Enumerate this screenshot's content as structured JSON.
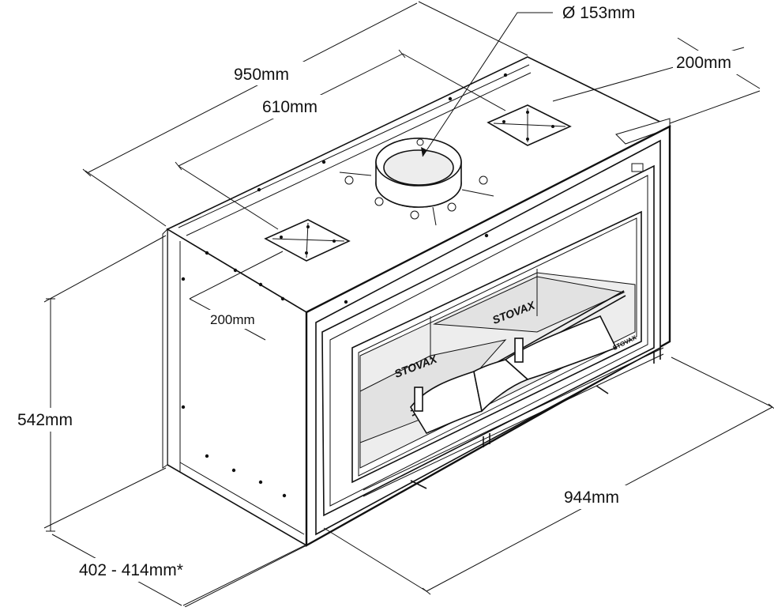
{
  "diagram": {
    "dimensions": {
      "flue_diameter": "Ø 153mm",
      "overall_width": "950mm",
      "bracket_spacing": "610mm",
      "top_right_offset": "200mm",
      "side_offset": "200mm",
      "height": "542mm",
      "depth": "402 - 414mm*",
      "front_width": "944mm"
    },
    "branding": {
      "logo_text": "STOVAX"
    }
  }
}
